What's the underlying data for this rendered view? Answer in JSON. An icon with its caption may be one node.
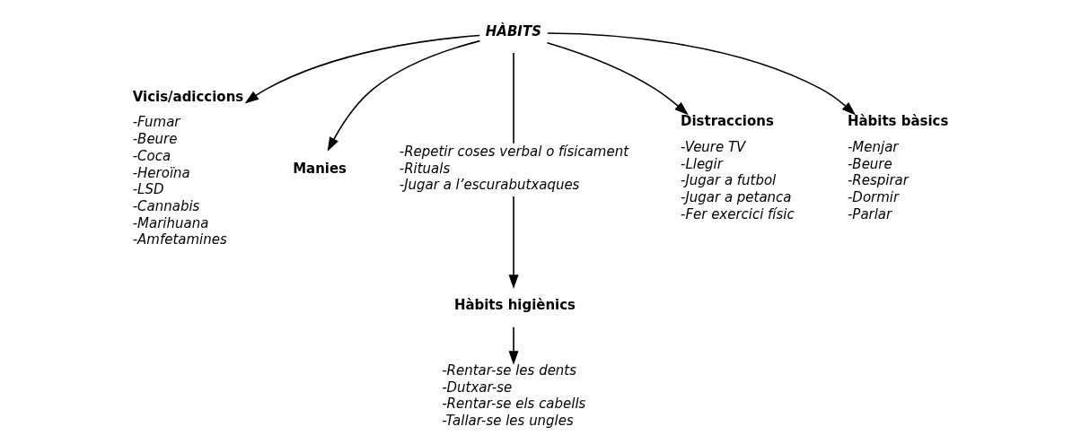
{
  "diagram": {
    "nodes": [
      {
        "text": [
          "HÀBITS"
        ]
      },
      {
        "text": [
          "Vicis/adiccions"
        ],
        "beside": [
          "-Fumar",
          "-Beure",
          "-Coca",
          "-Heroïna",
          "-LSD",
          "-Cannabis",
          "-Marihuana",
          "-Amfetamines"
        ]
      },
      {
        "text": [
          "Manies"
        ]
      },
      {
        "text": [
          "-Repetir coses verbal o físicament",
          "-Rituals",
          "-Jugar a l’escurabutxaques"
        ]
      },
      {
        "text": [
          "Hàbits higiènics"
        ]
      },
      {
        "text": [
          "-Rentar-se les dents",
          "-Dutxar-se",
          "-Rentar-se els cabells",
          "-Tallar-se les ungles"
        ]
      },
      {
        "text": [
          "Distraccions"
        ],
        "beside": [
          "-Veure TV",
          "-Llegir",
          "-Jugar a futbol",
          "-Jugar a petanca",
          "-Fer exercici físic"
        ]
      },
      {
        "text": [
          "Hàbits bàsics"
        ],
        "beside": [
          "-Menjar",
          "-Beure",
          "-Respirar",
          "-Dormir",
          "-Parlar"
        ]
      }
    ],
    "edges": [
      {
        "from": 0,
        "to": 1,
        "arrow": "to"
      },
      {
        "from": 0,
        "to": 2,
        "arrow": "to"
      },
      {
        "from": 0,
        "to": 3,
        "arrow": "none"
      },
      {
        "from": 3,
        "to": 4,
        "arrow": "to"
      },
      {
        "from": 4,
        "to": 5,
        "arrow": "to"
      },
      {
        "from": 0,
        "to": 6,
        "arrow": "to"
      },
      {
        "from": 0,
        "to": 7,
        "arrow": "to"
      }
    ]
  }
}
